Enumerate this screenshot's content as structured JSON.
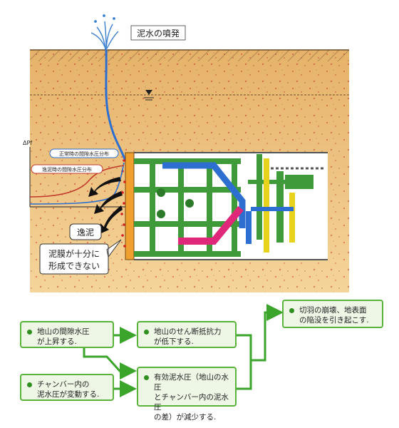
{
  "labels": {
    "eruption": "泥水の噴発",
    "delta_pf": "ΔPf",
    "normal_pore": "正常時の間隙水圧分布",
    "escape_pore": "逸泥時の間隙水圧分布",
    "escape": "逸泥",
    "membrane": "泥膜が十分に\n形成できない"
  },
  "flow": {
    "box1": "地山の間隙水圧\nが上昇する.",
    "box2": "地山のせん断抵抗力\nが低下する.",
    "box3": "切羽の崩壊、地表面\nの陥没を引き起こす.",
    "box4": "チャンバー内の\n泥水圧が変動する.",
    "box5": "有効泥水圧（地山の水圧\nとチャンバー内の泥水圧\nの差）が減少する."
  },
  "colors": {
    "soil_top": "#e9b86e",
    "soil_bottom": "#f3cc8e",
    "flow_green": "#3aa52a",
    "machine_green": "#3f9a3a",
    "pipe_blue": "#2c6fd0",
    "pipe_magenta": "#e0287a",
    "pipe_yellow": "#e7d21c"
  }
}
